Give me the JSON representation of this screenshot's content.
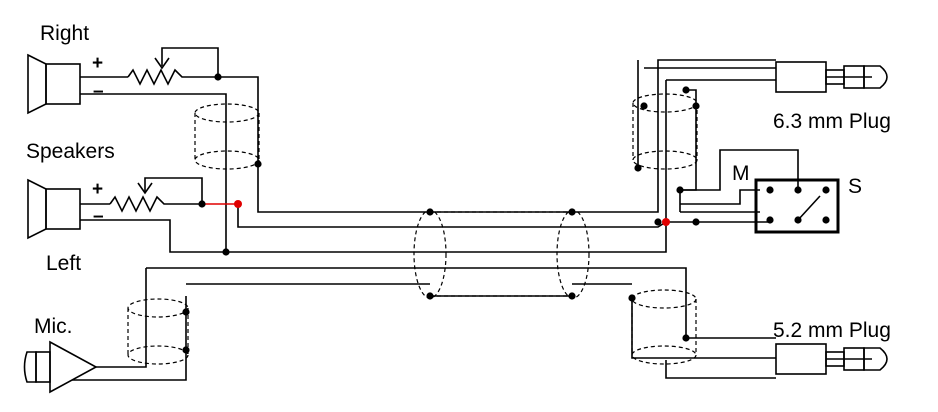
{
  "labels": {
    "right": "Right",
    "speakers": "Speakers",
    "left": "Left",
    "mic": "Mic.",
    "plug_large": "6.3 mm Plug",
    "plug_small": "5.2 mm Plug",
    "switch_m": "M",
    "switch_s": "S",
    "plus": "+",
    "minus": "–"
  },
  "colors": {
    "wire": "#000000",
    "junction": "#000000",
    "highlight": "#e00000"
  }
}
